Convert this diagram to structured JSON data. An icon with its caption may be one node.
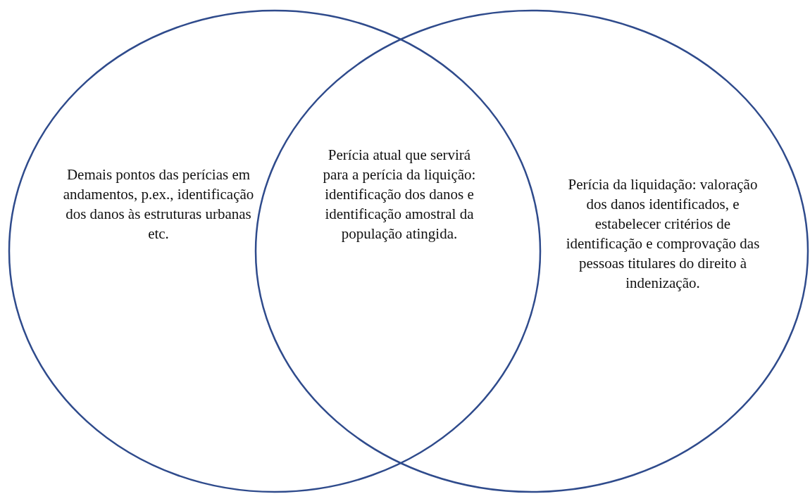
{
  "diagram": {
    "nodes": [
      {
        "text": [
          "Demais pontos das perícias em andamentos, p.ex., identificação dos danos às estruturas urbanas etc."
        ]
      },
      {
        "text": [
          "Perícia da liquidação: valoração dos danos identificados, e estabelecer critérios de identificação e comprovação das pessoas titulares do direito à indenização."
        ]
      }
    ],
    "edges": [],
    "labels": [
      "Perícia atual que servirá para a perícia da liquição: identificação dos danos e identificação amostral da população atingida."
    ]
  }
}
